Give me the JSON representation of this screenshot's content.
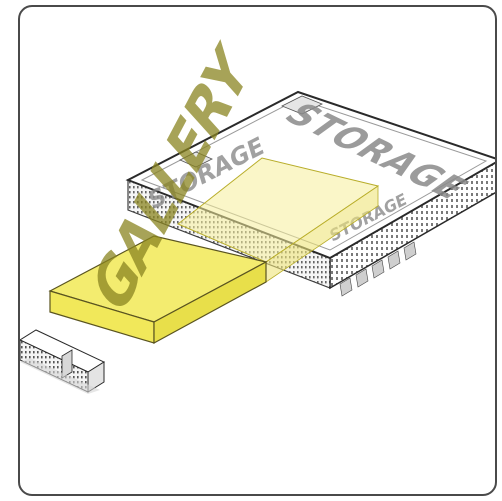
{
  "diagram": {
    "labels": {
      "storage_top": "STORAGE",
      "storage_left": "STORAGE",
      "storage_right": "STORAGE",
      "gallery": "GALLERY"
    },
    "colors": {
      "frame_border": "#4a4a4a",
      "gallery_fill": "#f3ec6f",
      "gallery_side": "#e8df4a",
      "gallery_overlay": "#f6ef9a",
      "storage_text": "#8a8a8a",
      "building_edge": "#2a2a2a",
      "building_fill": "#ffffff",
      "shadow": "#d6d6d6"
    }
  }
}
